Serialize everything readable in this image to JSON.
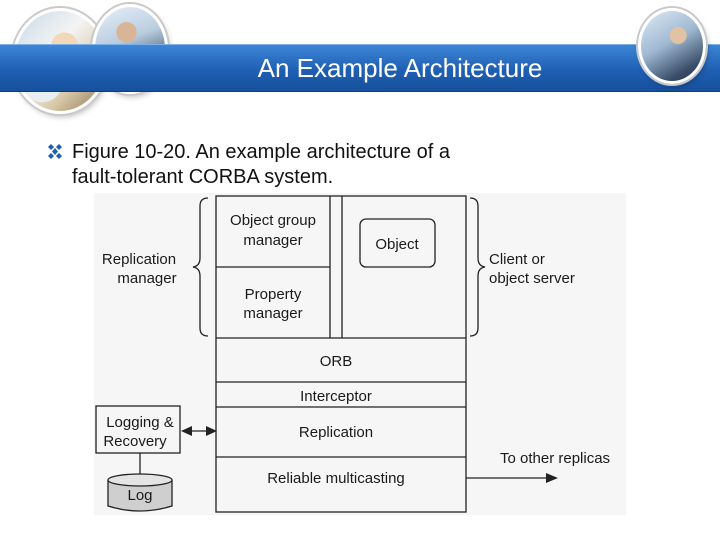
{
  "slide": {
    "title": "An Example Architecture",
    "bullet_icon": "diamond-bullet-icon",
    "bullet_text_line1": "Figure 10-20. An example architecture of a",
    "bullet_text_line2": "fault-tolerant CORBA system."
  },
  "diagram": {
    "object_group_manager": [
      "Object group",
      "manager"
    ],
    "object": "Object",
    "property_manager": [
      "Property",
      "manager"
    ],
    "orb": "ORB",
    "interceptor": "Interceptor",
    "replication": "Replication",
    "reliable_multicasting": "Reliable multicasting",
    "replication_manager": [
      "Replication",
      "manager"
    ],
    "client_or_object_server": [
      "Client or",
      "object server"
    ],
    "logging_recovery": [
      "Logging &",
      "Recovery"
    ],
    "log": "Log",
    "to_other_replicas": "To other replicas"
  },
  "colors": {
    "title_bar": "#1f5fb3",
    "bullet": "#1f5fb3",
    "diagram_line": "#222222"
  }
}
